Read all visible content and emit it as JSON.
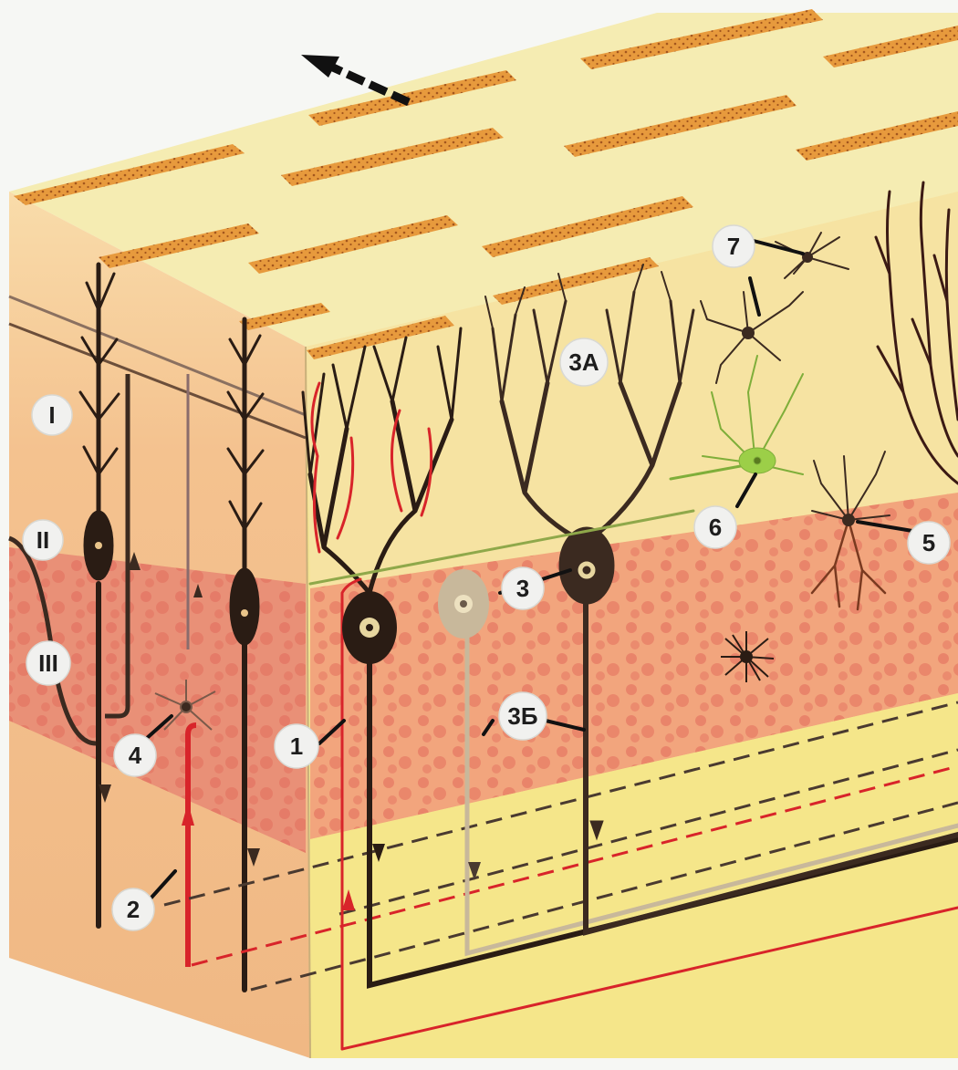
{
  "diagram": {
    "labels": {
      "layer_1": "I",
      "layer_2": "II",
      "layer_3": "III",
      "n1": "1",
      "n2": "2",
      "n3": "3",
      "n3a": "3А",
      "n3b": "3Б",
      "n4": "4",
      "n5": "5",
      "n6": "6",
      "n7": "7"
    },
    "colors": {
      "top_surface": "#f5ecb2",
      "front_molecular": "#f6e29e",
      "front_granular": "#f2a97a",
      "front_white": "#f4e58c",
      "left_face": "#f3c79a",
      "parallel_fiber_band": "#e79a3d",
      "neuron_dark": "#3b2a20",
      "climbing_fiber_red": "#d8242a",
      "golgi_green": "#7fae3a",
      "basket_pale": "#c8b89b"
    }
  }
}
